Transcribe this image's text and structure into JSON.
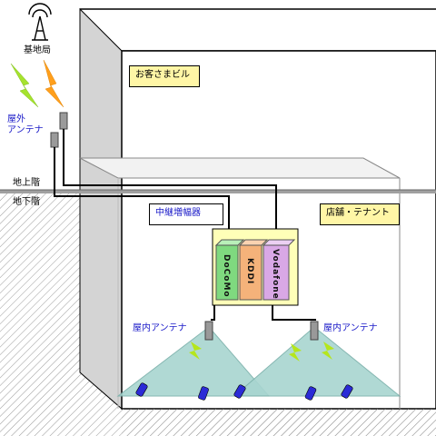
{
  "labels": {
    "base_station": "基地局",
    "outdoor_antenna": "屋外\nアンテナ",
    "above_ground": "地上階",
    "below_ground": "地下階",
    "customer_building": "お客さまビル",
    "repeater": "中継増幅器",
    "shop_tenant": "店舗・テナント",
    "indoor_antenna_left": "屋内アンテナ",
    "indoor_antenna_right": "屋内アンテナ"
  },
  "carriers": [
    {
      "name": "DoCoMo",
      "color": "#7fd97f"
    },
    {
      "name": "KDDI",
      "color": "#f5b27a"
    },
    {
      "name": "Vodafone",
      "color": "#d9a8e6"
    }
  ],
  "colors": {
    "wall": "#d9d9d9",
    "coverage": "#a8d5d0",
    "bolt_green": "#a6e22e",
    "bolt_orange": "#ff9f1c",
    "label_box": "#fff6a6",
    "repeater_frame": "#ffffb8",
    "text_blue": "#1a1ac8"
  },
  "icons": [
    "tower-icon",
    "lightning-icon",
    "outdoor-antenna-icon",
    "indoor-antenna-icon",
    "mobile-phone-icon"
  ]
}
